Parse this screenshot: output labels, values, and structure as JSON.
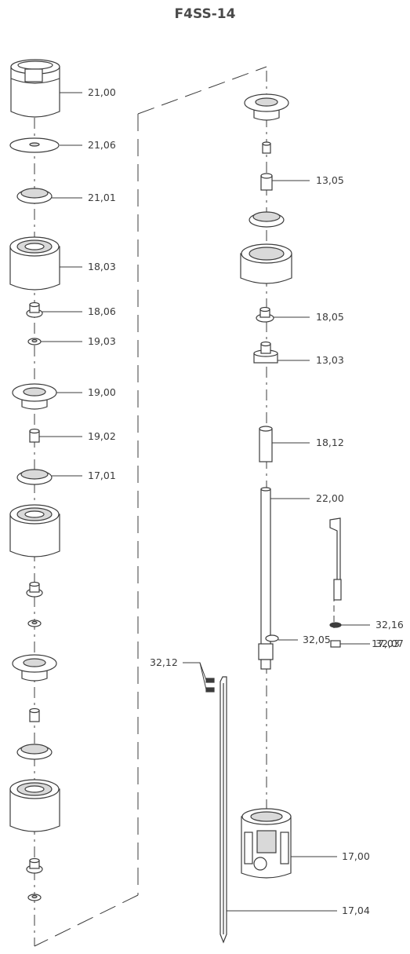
{
  "title": "F4SS-14",
  "part_labels": {
    "p2100": "21,00",
    "p2106": "21,06",
    "p2101": "21,01",
    "p1803": "18,03",
    "p1806": "18,06",
    "p1903": "19,03",
    "p1900": "19,00",
    "p1902": "19,02",
    "p1701": "17,01",
    "p1305": "13,05",
    "p1805": "18,05",
    "p1303": "13,03",
    "p1812": "18,12",
    "p2200": "22,00",
    "p3205": "32,05",
    "p1703": "17,03",
    "p3212": "32,12",
    "p3216": "32,16",
    "p3207": "32,07",
    "p1700": "17,00",
    "p1704": "17,04"
  },
  "colors": {
    "line": "#3c3c3c",
    "fill": "#ffffff",
    "shade": "#d9d9d9",
    "text": "#3a3a3a"
  }
}
